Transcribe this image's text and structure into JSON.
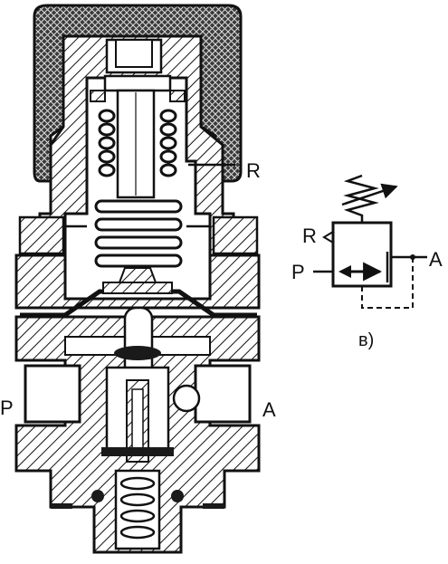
{
  "labels": {
    "R_main": "R",
    "P_main": "P",
    "A_main": "A",
    "R_symbol": "R",
    "P_symbol": "P",
    "A_symbol": "A",
    "caption": "в)"
  },
  "colors": {
    "ink": "#111111",
    "hatch_bg": "#ffffff",
    "cap_fill": "#2a2a2a",
    "seal": "#1a1a1a"
  }
}
